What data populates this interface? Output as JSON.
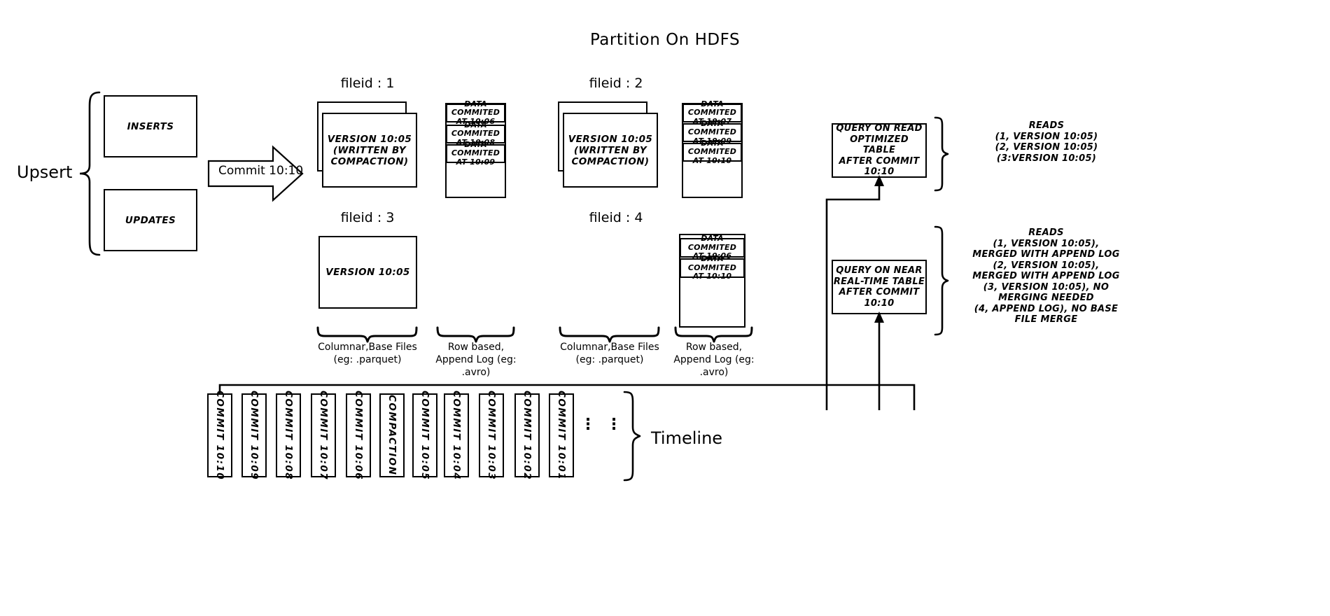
{
  "title": "Partition On HDFS",
  "left": {
    "upsert_label": "Upsert",
    "inserts_label": "INSERTS",
    "updates_label": "UPDATES",
    "commit_arrow_label": "Commit 10:10"
  },
  "partitions": [
    {
      "fileid_label": "fileid : 1",
      "base_file_text": "VERSION 10:05\n(WRITTEN BY\nCOMPACTION)",
      "stacked": true,
      "log_entries": [
        "DATA COMMITED\nAT 10:06",
        "DATA COMMITED\nAT 10:08",
        "DATA COMMITED\nAT 10:09"
      ]
    },
    {
      "fileid_label": "fileid : 2",
      "base_file_text": "VERSION 10:05\n(WRITTEN BY\nCOMPACTION)",
      "stacked": true,
      "log_entries": [
        "DATA COMMITED\nAT 10:07",
        "DATA COMMITED\nAT 10:09",
        "DATA COMMITED\nAT 10:10"
      ]
    },
    {
      "fileid_label": "fileid : 3",
      "base_file_text": "VERSION 10:05",
      "stacked": false,
      "log_entries": []
    },
    {
      "fileid_label": "fileid : 4",
      "base_file_text": "",
      "stacked": false,
      "log_entries": [
        "DATA COMMITED\nAT 10:06",
        "DATA COMMITED\nAT 10:10"
      ]
    }
  ],
  "brace_captions": {
    "columnar_1": "Columnar,Base Files\n(eg: .parquet)",
    "rowlog_1": "Row based,\nAppend Log  (eg:\n.avro)",
    "columnar_2": "Columnar,Base Files\n(eg: .parquet)",
    "rowlog_2": "Row based,\nAppend Log  (eg:\n.avro)"
  },
  "queries": [
    {
      "box_text": "QUERY ON READ\nOPTIMIZED TABLE\nAFTER COMMIT\n10:10",
      "reads_text": "READS\n(1, VERSION 10:05)\n(2, VERSION 10:05)\n(3:VERSION 10:05)"
    },
    {
      "box_text": "QUERY ON NEAR\nREAL-TIME TABLE\nAFTER COMMIT\n10:10",
      "reads_text": "READS\n(1, VERSION 10:05),\nMERGED WITH APPEND LOG\n(2, VERSION 10:05),\nMERGED WITH APPEND LOG\n(3, VERSION 10:05), NO\nMERGING NEEDED\n(4, APPEND LOG), NO BASE\nFILE MERGE"
    }
  ],
  "timeline": {
    "label": "Timeline",
    "cells": [
      "COMMIT  10:10",
      "COMMIT  10:09",
      "COMMIT  10:08",
      "COMMIT  10:07",
      "COMMIT  10:06",
      "COMPACTION",
      "COMMIT  10:05",
      "COMMIT  10:04",
      "COMMIT  10:03",
      "COMMIT  10:02",
      "COMMIT  10:01"
    ],
    "ellipsis": [
      "⋮",
      "⋮"
    ]
  },
  "colors": {
    "stroke": "#000000",
    "background": "#ffffff"
  }
}
